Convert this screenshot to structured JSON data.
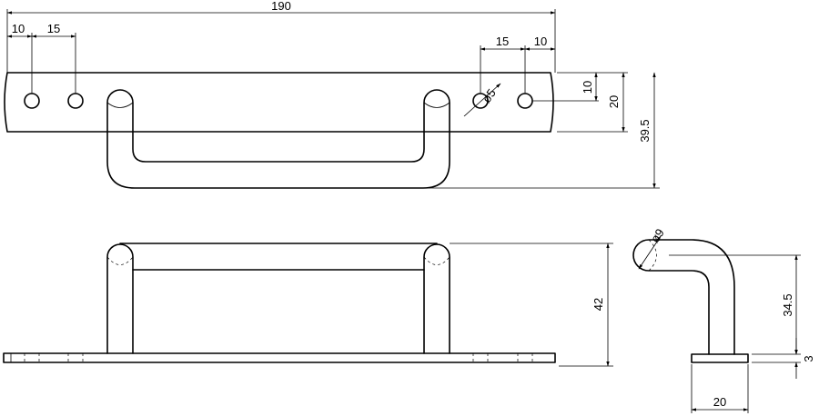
{
  "drawing": {
    "top_view": {
      "overall_length": "190",
      "hole_offset_1": "10",
      "hole_spacing": "15",
      "right_hole_spacing": "15",
      "right_hole_offset": "10",
      "hole_diameter": "ø5",
      "hole_height": "10",
      "plate_height": "20",
      "total_depth": "39.5"
    },
    "front_view": {
      "height": "42"
    },
    "side_view": {
      "rod_diameter": "ø9",
      "rod_height": "34.5",
      "plate_thickness": "3",
      "plate_width": "20"
    }
  }
}
